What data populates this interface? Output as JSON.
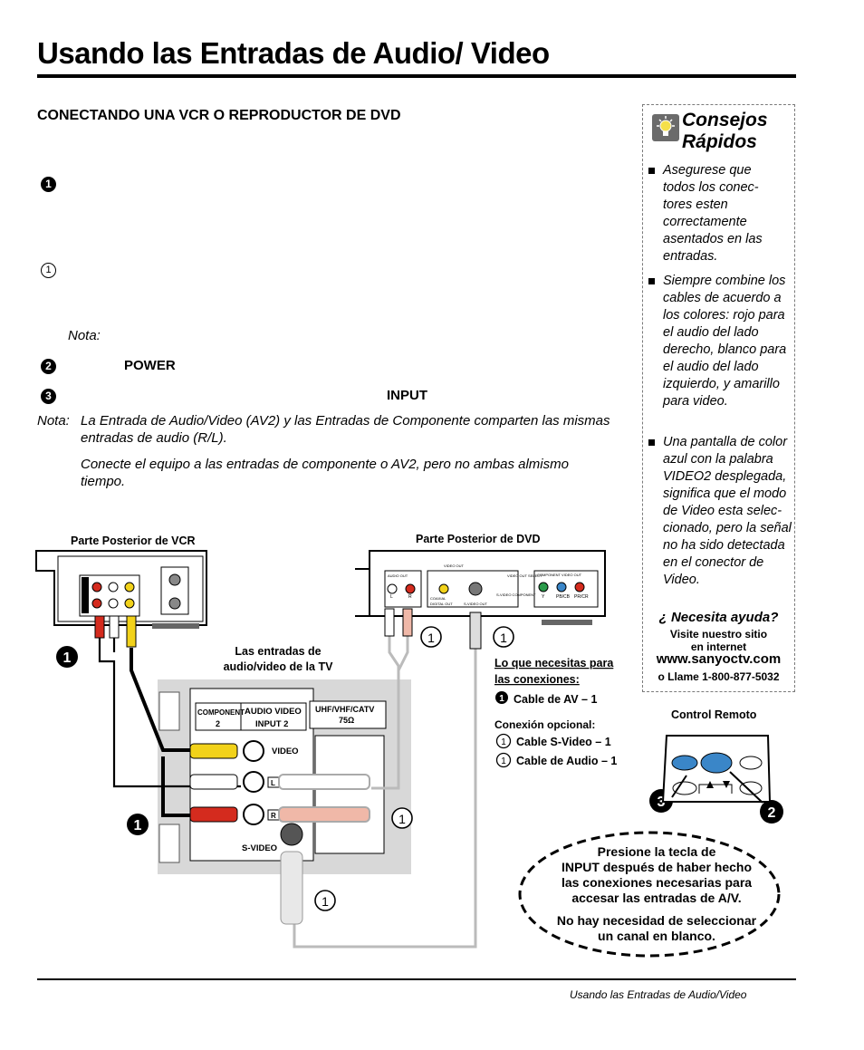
{
  "page": {
    "title": "Usando las Entradas de Audio/ Video",
    "section_heading": "CONECTANDO UNA VCR O REPRODUCTOR DE DVD",
    "nota_inline": "Nota:",
    "step2_key": "POWER",
    "step3_key": "INPUT"
  },
  "markers": {
    "step1": "1",
    "optional": "1",
    "step2": "2",
    "step3": "3"
  },
  "note": {
    "label": "Nota:",
    "para1": "La Entrada de Audio/Video (AV2) y las Entradas de Componente comparten las mismas entradas de audio (R/L).",
    "para2": "Conecte el equipo a las entradas de componente o AV2, pero no ambas almismo tiempo."
  },
  "sidebar": {
    "title_line1": "Consejos",
    "title_line2": "Rápidos",
    "tips": [
      "Asegurese que todos los conec-tores esten correctamente asentados en las entradas.",
      "Siempre combine los cables de acuerdo a los colores: rojo para el audio del lado derecho, blanco para el audio del lado izquierdo, y amarillo para video.",
      "Una pantalla de color azul con la palabra VIDEO2 desplegada, significa que el modo de Video esta selec-cionado, pero la señal no ha sido detectada en el conector de Video."
    ],
    "help_question": "¿ Necesita ayuda?",
    "help_line1": "Visite nuestro sitio",
    "help_line2": "en internet",
    "help_url": "www.sanyoctv.com",
    "help_phone": "o Llame 1-800-877-5032"
  },
  "diagram": {
    "vcr_label": "Parte Posterior de VCR",
    "dvd_label": "Parte Posterior de DVD",
    "tv_label_line1": "Las entradas de",
    "tv_label_line2": "audio/video de la TV",
    "remote_label": "Control Remoto",
    "panel": {
      "component": "COMPONENT",
      "component_num": "2",
      "audio_video": "AUDIO VIDEO",
      "input2": "INPUT 2",
      "uhf": "UHF/VHF/CATV",
      "ohm": "75Ω",
      "video": "VIDEO",
      "l": "L",
      "r": "R",
      "svideo": "S-VIDEO"
    },
    "dvd_panel": {
      "audio_out": "AUDIO OUT",
      "video_out": "VIDEO OUT",
      "coaxial": "COAXIAL",
      "digital_out": "DIGITAL OUT",
      "svideo_out": "S-VIDEO OUT",
      "video_out_select": "VIDEO OUT SELECT",
      "svideo_component": "S-VIDEO COMPONENT",
      "component_video_out": "COMPONENT VIDEO OUT",
      "y": "Y",
      "pb": "PB/CB",
      "pr": "PR/CR",
      "l": "L",
      "r": "R"
    },
    "needs": {
      "heading1": "Lo que necesitas para",
      "heading2": "las conexiones:",
      "av_cable": "Cable de AV – 1",
      "optional_heading": "Conexión opcional:",
      "svideo_cable": "Cable S-Video – 1",
      "audio_cable": "Cable de Audio – 1"
    },
    "bubble": {
      "line1": "Presione la tecla de",
      "line2": "INPUT después de haber hecho",
      "line3": "las conexiones necesarias para",
      "line4": "accesar las entradas de A/V.",
      "line5": "No hay necesidad de seleccionar",
      "line6": "un canal en blanco."
    }
  },
  "footer": {
    "text": "Usando las Entradas de Audio/Video"
  },
  "colors": {
    "accent_gray": "#6b6b6b",
    "rca_red": "#d42b1e",
    "rca_yellow": "#f2d21a",
    "remote_blue": "#3a86c8"
  }
}
